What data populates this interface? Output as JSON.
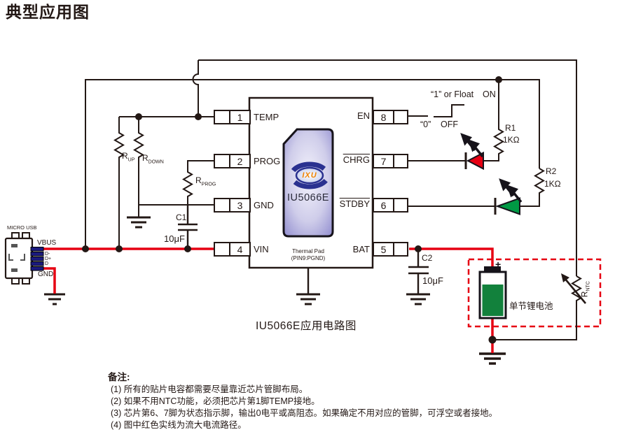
{
  "page": {
    "title": "典型应用图",
    "caption": "IU5066E应用电路图"
  },
  "chip": {
    "name": "IU5066E",
    "logo_text": "IXU",
    "thermal_pad_line1": "Thermal Pad",
    "thermal_pad_line2": "(PIN9:PGND)",
    "pins_left": [
      {
        "num": "1",
        "name": "TEMP"
      },
      {
        "num": "2",
        "name": "PROG"
      },
      {
        "num": "3",
        "name": "GND"
      },
      {
        "num": "4",
        "name": "VIN"
      }
    ],
    "pins_right": [
      {
        "num": "8",
        "name": "EN"
      },
      {
        "num": "7",
        "name": "CHRG"
      },
      {
        "num": "6",
        "name": "STDBY"
      },
      {
        "num": "5",
        "name": "BAT"
      }
    ]
  },
  "en_annotations": {
    "high": "“1” or Float",
    "on": "ON",
    "low": "“0”",
    "off": "OFF"
  },
  "components": {
    "rup": {
      "base": "R",
      "sub": "UP"
    },
    "rdown": {
      "base": "R",
      "sub": "DOWN"
    },
    "rprog": {
      "base": "R",
      "sub": "PROG"
    },
    "rntc": {
      "base": "R",
      "sub": "NTC"
    },
    "r1": {
      "name": "R1",
      "value": "1KΩ"
    },
    "r2": {
      "name": "R2",
      "value": "1KΩ"
    },
    "c1": {
      "name": "C1",
      "value": "10μF"
    },
    "c2": {
      "name": "C2",
      "value": "10μF"
    },
    "battery_label": "单节锂电池",
    "battery_plus": "+"
  },
  "usb": {
    "title": "MICRO USB",
    "pin_vbus": "VBUS",
    "pin_dm": "D-",
    "pin_dp": "D+",
    "pin_id": "D",
    "pin_gnd": "GND"
  },
  "notes": {
    "heading": "备注:",
    "items": [
      "(1) 所有的贴片电容都需要尽量靠近芯片管脚布局。",
      "(2) 如果不用NTC功能，必须把芯片第1脚TEMP接地。",
      "(3) 芯片第6、7脚为状态指示脚，输出0电平或高阻态。如果确定不用对应的管脚，可浮空或者接地。",
      "(4) 图中红色实线为流大电流路径。"
    ]
  },
  "colors": {
    "wire": "#231815",
    "power_red": "#e60012",
    "led_red": "#e60012",
    "led_green": "#009944",
    "chip_purple": "#8e8ace",
    "logo_blue": "#2a3190",
    "logo_orange": "#f08300",
    "battery_green": "#12813c",
    "usb_pin_navy": "#1b1a7e"
  }
}
